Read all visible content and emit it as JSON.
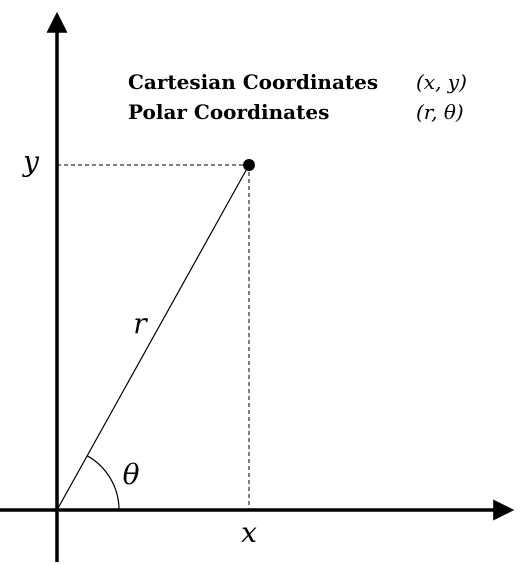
{
  "legend": {
    "cartesian_label": "Cartesian Coordinates",
    "cartesian_notation": "(x, y)",
    "polar_label": "Polar Coordinates",
    "polar_notation": "(r, θ)"
  },
  "labels": {
    "x": "x",
    "y": "y",
    "r": "r",
    "theta": "θ"
  }
}
